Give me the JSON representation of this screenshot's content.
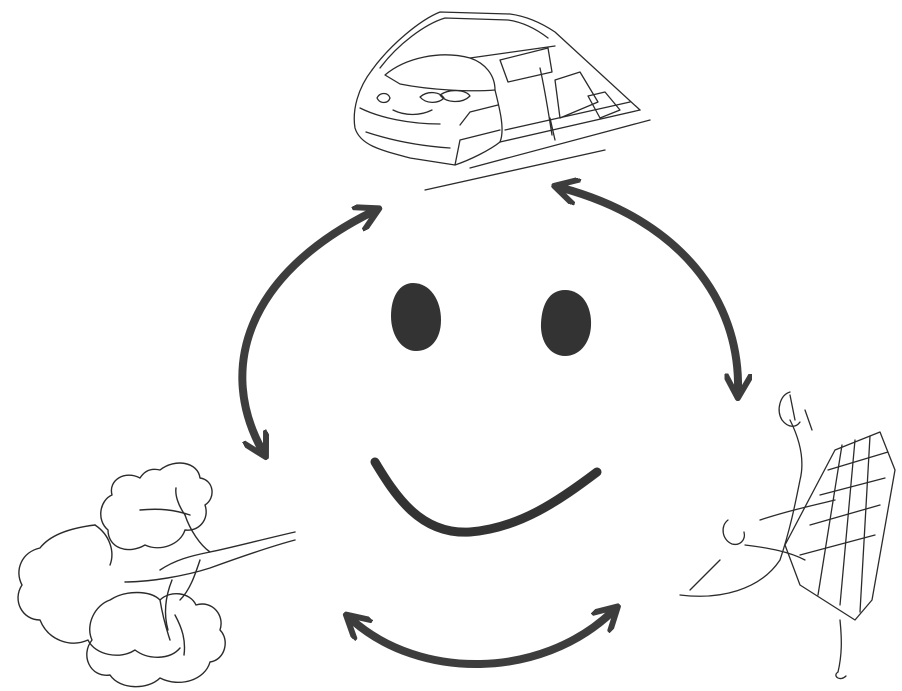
{
  "diagram": {
    "nodes": [
      {
        "id": "train",
        "icon": "train-sketch-icon"
      },
      {
        "id": "tree",
        "icon": "tree-sketch-icon"
      },
      {
        "id": "solar",
        "icon": "solar-panel-sketch-icon"
      }
    ],
    "center": {
      "icon": "smiley-face-icon"
    },
    "links": [
      {
        "from": "tree",
        "to": "train",
        "style": "double-arrow"
      },
      {
        "from": "train",
        "to": "solar",
        "style": "double-arrow"
      },
      {
        "from": "tree",
        "to": "solar",
        "style": "double-arrow"
      }
    ]
  },
  "colors": {
    "arrow": "#3d3d3d",
    "face": "#333333",
    "sketch_line": "#2b2b2b",
    "background": "#ffffff"
  }
}
